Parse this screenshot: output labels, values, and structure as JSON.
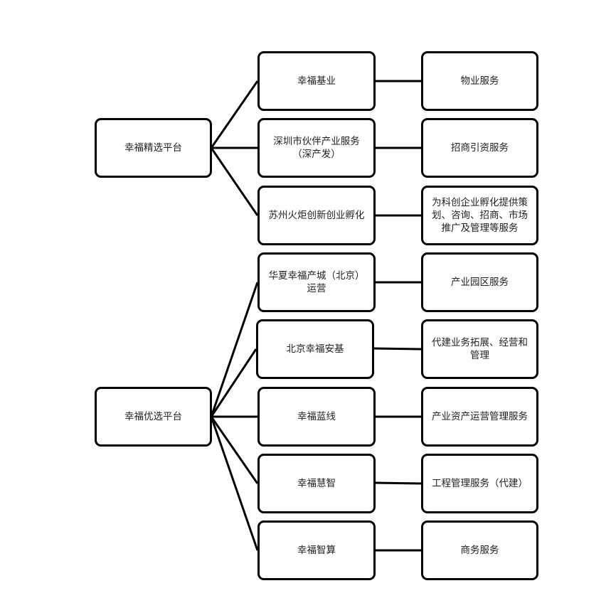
{
  "diagram": {
    "type": "tree",
    "colors": {
      "stroke": "#000000",
      "background": "#ffffff",
      "text": "#222222"
    },
    "roots": [
      {
        "label": "幸福精选平台",
        "children": [
          {
            "label": "幸福基业",
            "service": "物业服务"
          },
          {
            "label": "深圳市伙伴产业服务\n（深产发）",
            "service": "招商引资服务"
          },
          {
            "label": "苏州火炬创新创业孵化",
            "service": "为科创企业孵化提供策\n划、咨询、招商、市场\n推广及管理等服务"
          }
        ]
      },
      {
        "label": "幸福优选平台",
        "children": [
          {
            "label": "华夏幸福产城（北京）\n运营",
            "service": "产业园区服务"
          },
          {
            "label": "北京幸福安基",
            "service": "代建业务拓展、经营和\n管理"
          },
          {
            "label": "幸福蓝线",
            "service": "产业资产运营管理服务"
          },
          {
            "label": "幸福慧智",
            "service": "工程管理服务（代建）"
          },
          {
            "label": "幸福智算",
            "service": "商务服务"
          }
        ]
      }
    ]
  }
}
